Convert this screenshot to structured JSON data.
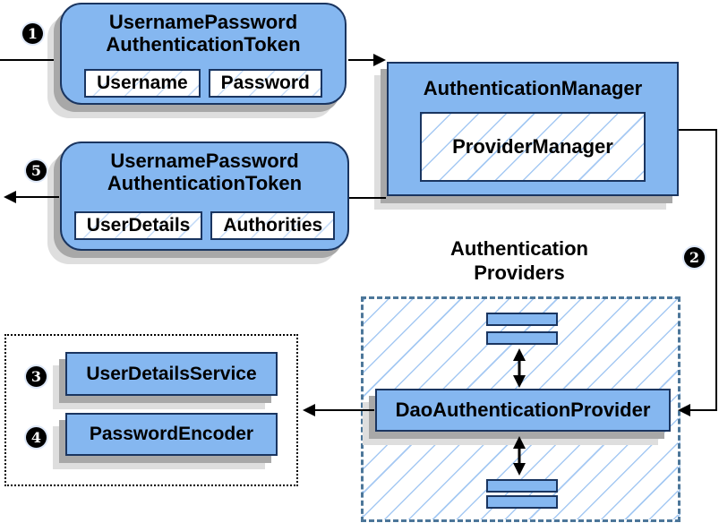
{
  "colors": {
    "box_fill": "#85b7f0",
    "box_border": "#1a3560",
    "hatch_line": "#a5c9f3",
    "subbox_hatch_line": "#c9def8",
    "dashed_border": "#4c7699",
    "dotted_border": "#000000",
    "shadow_dark": "#a8a8a8",
    "shadow_light": "#dedede",
    "arrow": "#000000",
    "badge_bg": "#000000",
    "badge_text": "#ffffff",
    "text": "#000000",
    "background": "#ffffff"
  },
  "diagram": {
    "step1_badge": "1",
    "step2_badge": "2",
    "step3_badge": "3",
    "step4_badge": "4",
    "step5_badge": "5",
    "request_token": {
      "title_line1": "UsernamePassword",
      "title_line2": "AuthenticationToken",
      "fields": [
        "Username",
        "Password"
      ]
    },
    "authentication_manager": {
      "title": "AuthenticationManager",
      "inner_label": "ProviderManager"
    },
    "response_token": {
      "title_line1": "UsernamePassword",
      "title_line2": "AuthenticationToken",
      "fields": [
        "UserDetails",
        "Authorities"
      ]
    },
    "providers_group": {
      "label_line1": "Authentication",
      "label_line2": "Providers",
      "provider_label": "DaoAuthenticationProvider"
    },
    "dependencies_group": {
      "items": [
        "UserDetailsService",
        "PasswordEncoder"
      ]
    }
  }
}
